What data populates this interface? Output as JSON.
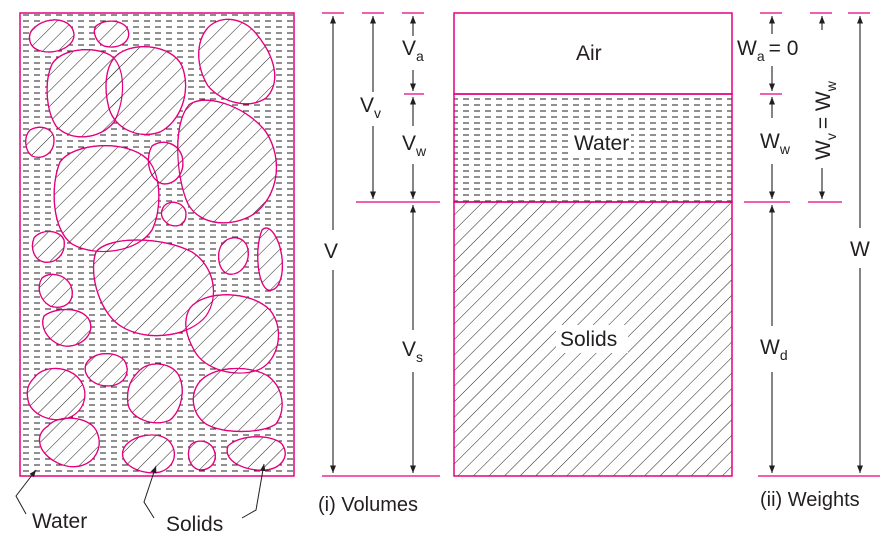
{
  "phases": {
    "air": "Air",
    "water": "Water",
    "solids": "Solids"
  },
  "volumes": {
    "v_main": "V",
    "v_a": "a",
    "v_v": "v",
    "v_w": "w",
    "v_s": "s",
    "caption": "(i) Volumes"
  },
  "weights": {
    "w_main": "W",
    "w_a_eq": "= 0",
    "w_a": "a",
    "w_w": "w",
    "w_d": "d",
    "w_v_eq": "= W",
    "w_v": "v",
    "w_v_rhs_sub": "w",
    "caption": "(ii) Weights"
  },
  "soil_labels": {
    "water": "Water",
    "solids": "Solids"
  },
  "colors": {
    "outline": "#e6007e",
    "ink": "#231f20"
  }
}
